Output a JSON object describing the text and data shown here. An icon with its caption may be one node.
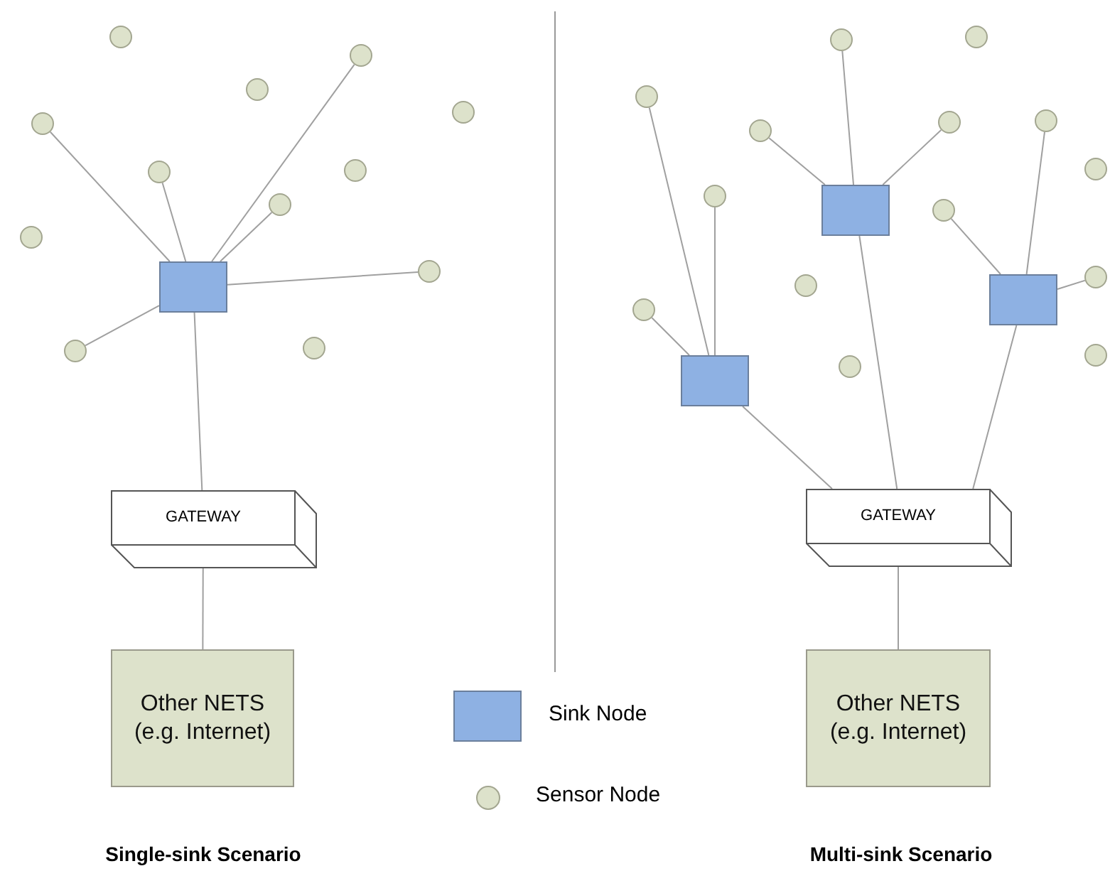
{
  "diagram": {
    "nodes": [
      {
        "text": [],
        "shape": "circle"
      },
      {
        "text": [],
        "shape": "circle"
      },
      {
        "text": [],
        "shape": "circle"
      },
      {
        "text": [],
        "shape": "circle"
      },
      {
        "text": [],
        "shape": "circle"
      },
      {
        "text": [],
        "shape": "circle"
      },
      {
        "text": [],
        "shape": "circle"
      },
      {
        "text": [],
        "shape": "circle"
      },
      {
        "text": [],
        "shape": "circle"
      },
      {
        "text": [],
        "shape": "box"
      },
      {
        "text": [],
        "shape": "circle"
      },
      {
        "text": [],
        "shape": "circle"
      },
      {
        "text": [],
        "shape": "circle"
      },
      {
        "text": [
          "GATEWAY"
        ]
      },
      {
        "text": [
          "Other NETS (e.g. Internet)"
        ]
      },
      {
        "text": [],
        "shape": "circle"
      },
      {
        "text": [],
        "shape": "circle"
      },
      {
        "text": [],
        "shape": "circle"
      },
      {
        "text": [],
        "shape": "circle"
      },
      {
        "text": [],
        "shape": "circle"
      },
      {
        "text": [],
        "shape": "circle"
      },
      {
        "text": [],
        "shape": "circle"
      },
      {
        "text": [],
        "shape": "box"
      },
      {
        "text": [],
        "shape": "circle"
      },
      {
        "text": [],
        "shape": "circle"
      },
      {
        "text": [],
        "shape": "box"
      },
      {
        "text": [],
        "shape": "circle"
      },
      {
        "text": [],
        "shape": "circle"
      },
      {
        "text": [],
        "shape": "circle"
      },
      {
        "text": [],
        "shape": "circle"
      },
      {
        "text": [],
        "shape": "box"
      },
      {
        "text": [],
        "shape": "circle"
      },
      {
        "text": [
          "GATEWAY"
        ]
      },
      {
        "text": [
          "Other NETS (e.g. Internet)"
        ]
      }
    ],
    "edges": [
      {
        "from": 4,
        "to": 9,
        "arrow": "none"
      },
      {
        "from": 6,
        "to": 9,
        "arrow": "none"
      },
      {
        "from": 1,
        "to": 9,
        "arrow": "none"
      },
      {
        "from": 7,
        "to": 9,
        "arrow": "none"
      },
      {
        "from": 10,
        "to": 9,
        "arrow": "none"
      },
      {
        "from": 12,
        "to": 9,
        "arrow": "none"
      },
      {
        "from": 9,
        "to": 13,
        "arrow": "none"
      },
      {
        "from": 13,
        "to": 14,
        "arrow": "none"
      },
      {
        "from": 17,
        "to": 30,
        "arrow": "none"
      },
      {
        "from": 23,
        "to": 30,
        "arrow": "none"
      },
      {
        "from": 28,
        "to": 30,
        "arrow": "none"
      },
      {
        "from": 16,
        "to": 22,
        "arrow": "none"
      },
      {
        "from": 20,
        "to": 22,
        "arrow": "none"
      },
      {
        "from": 19,
        "to": 22,
        "arrow": "none"
      },
      {
        "from": 18,
        "to": 25,
        "arrow": "none"
      },
      {
        "from": 24,
        "to": 25,
        "arrow": "none"
      },
      {
        "from": 26,
        "to": 25,
        "arrow": "none"
      },
      {
        "from": 30,
        "to": 32,
        "arrow": "none"
      },
      {
        "from": 22,
        "to": 32,
        "arrow": "none"
      },
      {
        "from": 25,
        "to": 32,
        "arrow": "none"
      },
      {
        "from": 32,
        "to": 33,
        "arrow": "none"
      }
    ],
    "labels": [
      "Single-sink Scenario",
      "Multi-sink Scenario"
    ],
    "legend": [
      {
        "text": "Sink Node",
        "color": "#8eb1e3"
      },
      {
        "text": "Sensor Node",
        "color": "#dde2cb"
      }
    ]
  }
}
